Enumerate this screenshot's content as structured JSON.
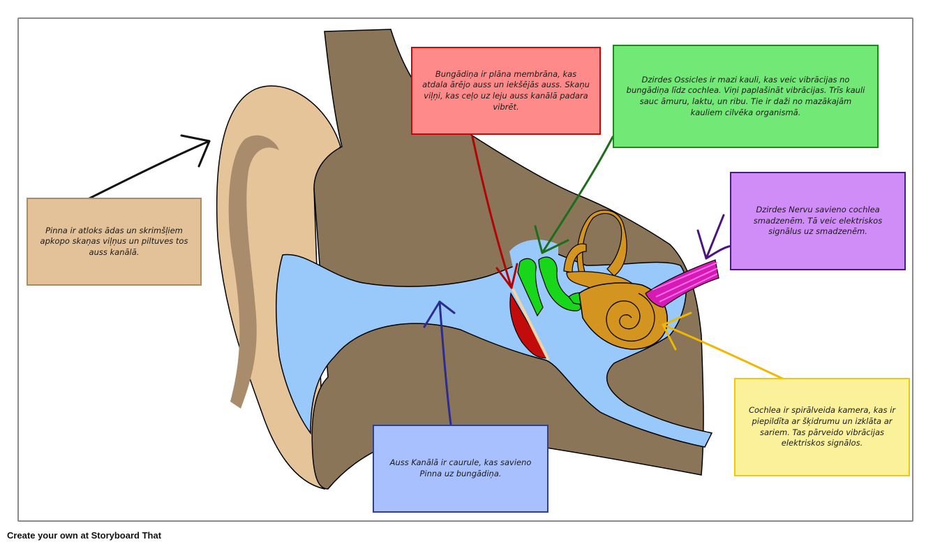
{
  "diagram": {
    "labels": {
      "pinna": "Pinna ir atloks ādas un skrimšļiem apkopo skaņas viļņus un piltuves tos auss kanālā.",
      "eardrum": "Bungādiņa ir plāna membrāna, kas atdala ārējo auss un iekšējās auss. Skaņu viļņi, kas ceļo uz leju auss kanālā padara vibrēt.",
      "ossicles": "Dzirdes Ossicles ir mazi kauli, kas veic vibrācijas no bungādiņa līdz cochlea. Viņi paplašināt vibrācijas. Trīs kauli sauc āmuru, laktu, un ribu. Tie ir daži no mazākajām kauliem cilvēka organismā.",
      "nerve": "Dzirdes Nervu savieno cochlea smadzenēm. Tā veic elektriskos signālus uz smadzenēm.",
      "canal": "Auss Kanālā ir caurule, kas savieno Pinna uz bungādiņa.",
      "cochlea": "Cochlea ir spirālveida kamera, kas ir piepildīta ar šķidrumu un izklāta ar sariem. Tas pārveido vibrācijas elektriskos signālos."
    },
    "colors": {
      "pinna": "#e5c49a",
      "eardrum": "#ff8a8a",
      "ossicles": "#72e877",
      "nerve": "#d08cf7",
      "canal": "#a9c0ff",
      "cochlea": "#fbf19b"
    }
  },
  "footer": {
    "text": "Create your own at Storyboard That"
  }
}
